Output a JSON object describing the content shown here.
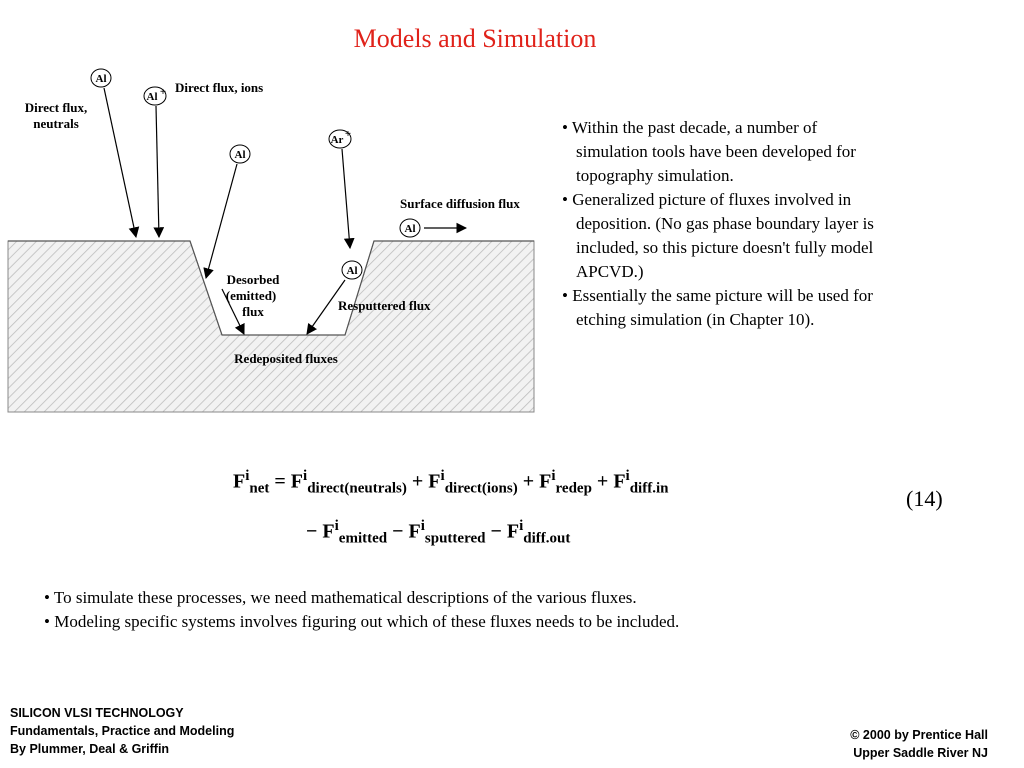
{
  "title": "Models and Simulation",
  "diagram": {
    "atoms": {
      "al_direct": "Al",
      "al_ion": "Al",
      "al_ion_charge": "+",
      "al_desorbed": "Al",
      "ar_ion": "Ar",
      "ar_ion_charge": "+",
      "al_surface": "Al",
      "al_resputtered": "Al"
    },
    "labels": {
      "direct_ions": "Direct flux, ions",
      "direct_neutrals_line1": "Direct flux,",
      "direct_neutrals_line2": "neutrals",
      "surface_diffusion": "Surface diffusion flux",
      "desorbed_line1": "Desorbed",
      "desorbed_line2": "(emitted)",
      "desorbed_line3": "flux",
      "resputtered": "Resputtered flux",
      "redeposited": "Redeposited fluxes"
    },
    "colors": {
      "substrate_hatch": "#bdbdbd",
      "substrate_bg": "#f2f2f2"
    }
  },
  "bullets": [
    "• Within the past decade, a number of simulation tools have been developed for topography simulation.",
    "• Generalized picture of fluxes involved in deposition. (No gas phase boundary layer is included, so this picture doesn't fully model APCVD.)",
    "• Essentially the same picture will be used for etching simulation (in Chapter 10)."
  ],
  "equation": {
    "line1": {
      "lhs_sub": "net",
      "direct_neutrals_sub": "direct(neutrals)",
      "direct_ions_sub": "direct(ions)",
      "redep_sub": "redep",
      "diff_in_sub": "diff.in"
    },
    "line2": {
      "emitted_sub": "emitted",
      "sputtered_sub": "sputtered",
      "diff_out_sub": "diff.out"
    },
    "symbol": "F",
    "superscript": "i",
    "number": "(14)"
  },
  "bottom_bullets": [
    "• To simulate these processes, we need mathematical descriptions of the various fluxes.",
    "• Modeling specific systems involves figuring out which of these fluxes needs to be included."
  ],
  "footer_left": [
    "SILICON VLSI TECHNOLOGY",
    "Fundamentals, Practice and Modeling",
    "By Plummer, Deal & Griffin"
  ],
  "footer_right": [
    "© 2000 by Prentice Hall",
    "Upper Saddle River NJ"
  ]
}
